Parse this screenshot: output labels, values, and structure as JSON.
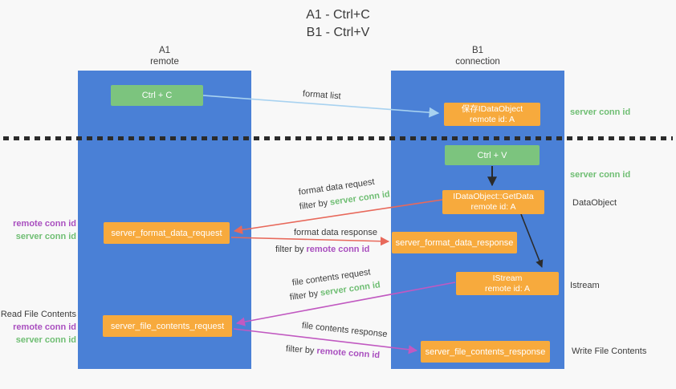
{
  "title": {
    "line1": "A1 - Ctrl+C",
    "line2": "B1 - Ctrl+V"
  },
  "lanes": {
    "a1": {
      "name": "A1",
      "subtitle": "remote"
    },
    "b1": {
      "name": "B1",
      "subtitle": "connection"
    }
  },
  "nodes": {
    "ctrl_c": {
      "label": "Ctrl + C"
    },
    "save_idataobject": {
      "line1": "保存IDataObject",
      "line2": "remote id: A"
    },
    "ctrl_v": {
      "label": "Ctrl + V"
    },
    "getdata": {
      "line1": "IDataObject::GetData",
      "line2": "remote id: A"
    },
    "format_request": {
      "label": "server_format_data_request"
    },
    "format_response": {
      "label": "server_format_data_response"
    },
    "istream": {
      "line1": "IStream",
      "line2": "remote id: A"
    },
    "file_request": {
      "label": "server_file_contents_request"
    },
    "file_response": {
      "label": "server_file_contents_response"
    }
  },
  "flow_labels": {
    "format_list": "format list",
    "format_data_request": "format data request",
    "format_data_response": "format data response",
    "file_contents_request": "file contents request",
    "file_contents_response": "file contents response",
    "filter_by": "filter by ",
    "server_conn_id": "server conn id",
    "remote_conn_id": "remote conn id"
  },
  "side_labels": {
    "left_format": {
      "remote": "remote conn id",
      "server": "server conn id"
    },
    "left_file": {
      "title": "Read File Contents",
      "remote": "remote conn id",
      "server": "server conn id"
    },
    "right_top_server_conn": "server conn id",
    "right_mid_server_conn": "server conn id",
    "right_dataobject": "DataObject",
    "right_istream": "Istream",
    "right_write_file": "Write File Contents"
  },
  "colors": {
    "lane_blue": "#4A80D6",
    "node_green": "#7CC47E",
    "node_orange": "#F7AA3D",
    "arrow_light_blue": "#A8D2F0",
    "arrow_red": "#E8695B",
    "arrow_magenta": "#C159C1",
    "arrow_black": "#2B2B2B",
    "text_green": "#6FBE73",
    "text_purple": "#A94FBF",
    "text_dark": "#3B3B3B",
    "background": "#F8F8F8"
  }
}
